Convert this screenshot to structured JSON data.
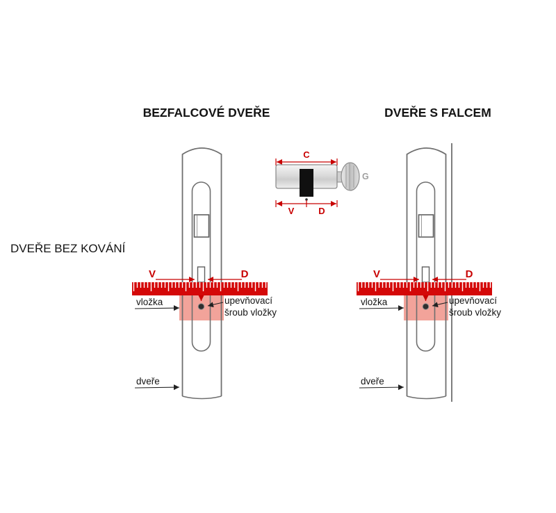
{
  "headings": {
    "left_column": "BEZFALCOVÉ DVEŘE",
    "right_column": "DVEŘE S FALCEM",
    "left_side": "DVEŘE BEZ KOVÁNÍ"
  },
  "cylinder_diagram": {
    "dim_top": "C",
    "dim_bottom_left": "V",
    "dim_bottom_right": "D",
    "knob_label": "G"
  },
  "door_diagram": {
    "dim_left": "V",
    "dim_right": "D",
    "label_cylinder": "vložka",
    "label_screw_line1": "upevňovací",
    "label_screw_line2": "šroub vložky",
    "label_door": "dveře"
  },
  "colors": {
    "dimension_red": "#c80000",
    "ruler_red": "#d40808",
    "highlight_pink": "#f2a39a",
    "line_gray": "#6f6f6f",
    "text_black": "#141414",
    "knob_gray": "#a0a0a0"
  }
}
